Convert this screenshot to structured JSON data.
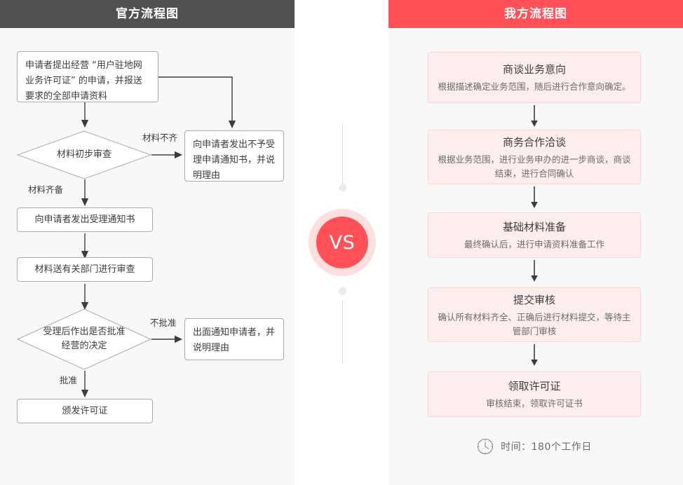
{
  "panels": {
    "left": {
      "header_title": "官方流程图",
      "header_color": "#515151",
      "nodes": {
        "apply": "申请者提出经营 “用户驻地网业务许可证” 的申请，并报送要求的全部申请资料",
        "first_review": "材料初步审查",
        "reject_notice": "向申请者发出不予受理申请通知书，并说明理由",
        "accept_notice": "向申请者发出受理通知书",
        "dept_review": "材料送有关部门进行审查",
        "decision": "受理后作出是否批准经营的决定",
        "deny_notice": "出面通知申请者，并说明理由",
        "issue_license": "颁发许可证"
      },
      "edge_labels": {
        "incomplete": "材料不齐",
        "complete": "材料齐备",
        "not_approved": "不批准",
        "approved": "批准"
      }
    },
    "middle": {
      "vs_label": "VS",
      "badge_color": "#ff5157",
      "ring_color": "#fddfe0"
    },
    "right": {
      "header_title": "我方流程图",
      "header_color": "#ff5157",
      "steps": [
        {
          "title": "商谈业务意向",
          "desc": "根据描述确定业务范围，随后进行合作意向确定。"
        },
        {
          "title": "商务合作洽谈",
          "desc": "根据业务范围，进行业务申办的进一步商谈，商谈结束，进行合同确认"
        },
        {
          "title": "基础材料准备",
          "desc": "最终确认后，进行申请资料准备工作"
        },
        {
          "title": "提交审核",
          "desc": "确认所有材料齐全、正确后进行材料提交，等待主管部门审核"
        },
        {
          "title": "领取许可证",
          "desc": "审核结束，领取许可证书"
        }
      ],
      "footer": {
        "icon": "clock-icon",
        "time_label": "时间：180个工作日"
      }
    }
  }
}
